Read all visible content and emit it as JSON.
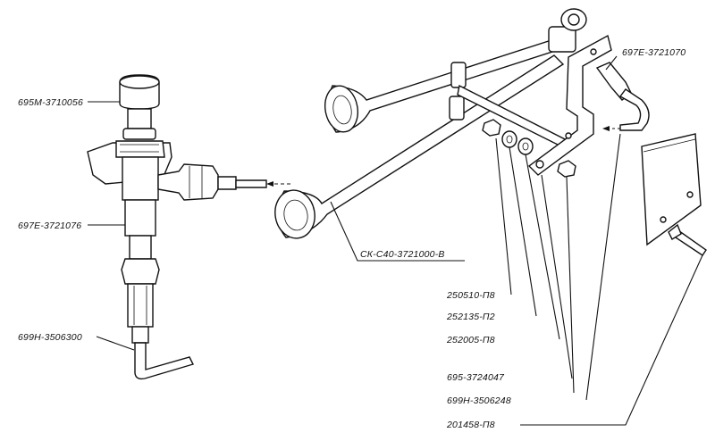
{
  "diagram": {
    "parts": [
      {
        "id": "cap_valve",
        "label": "695М-3710056"
      },
      {
        "id": "fitting_left",
        "label": "697Е-3721076"
      },
      {
        "id": "elbow_tube_left",
        "label": "699Н-3506300"
      },
      {
        "id": "horn_assembly",
        "label": "СК-С40-3721000-В"
      },
      {
        "id": "fitting_right",
        "label": "697Е-3721070"
      },
      {
        "id": "nut",
        "label": "250510-П8"
      },
      {
        "id": "washer_spring",
        "label": "252135-П2"
      },
      {
        "id": "washer_flat",
        "label": "252005-П8"
      },
      {
        "id": "bracket",
        "label": "695-3724047"
      },
      {
        "id": "elbow_tube_right",
        "label": "699Н-3506248"
      },
      {
        "id": "bolt",
        "label": "201458-П8"
      }
    ]
  }
}
